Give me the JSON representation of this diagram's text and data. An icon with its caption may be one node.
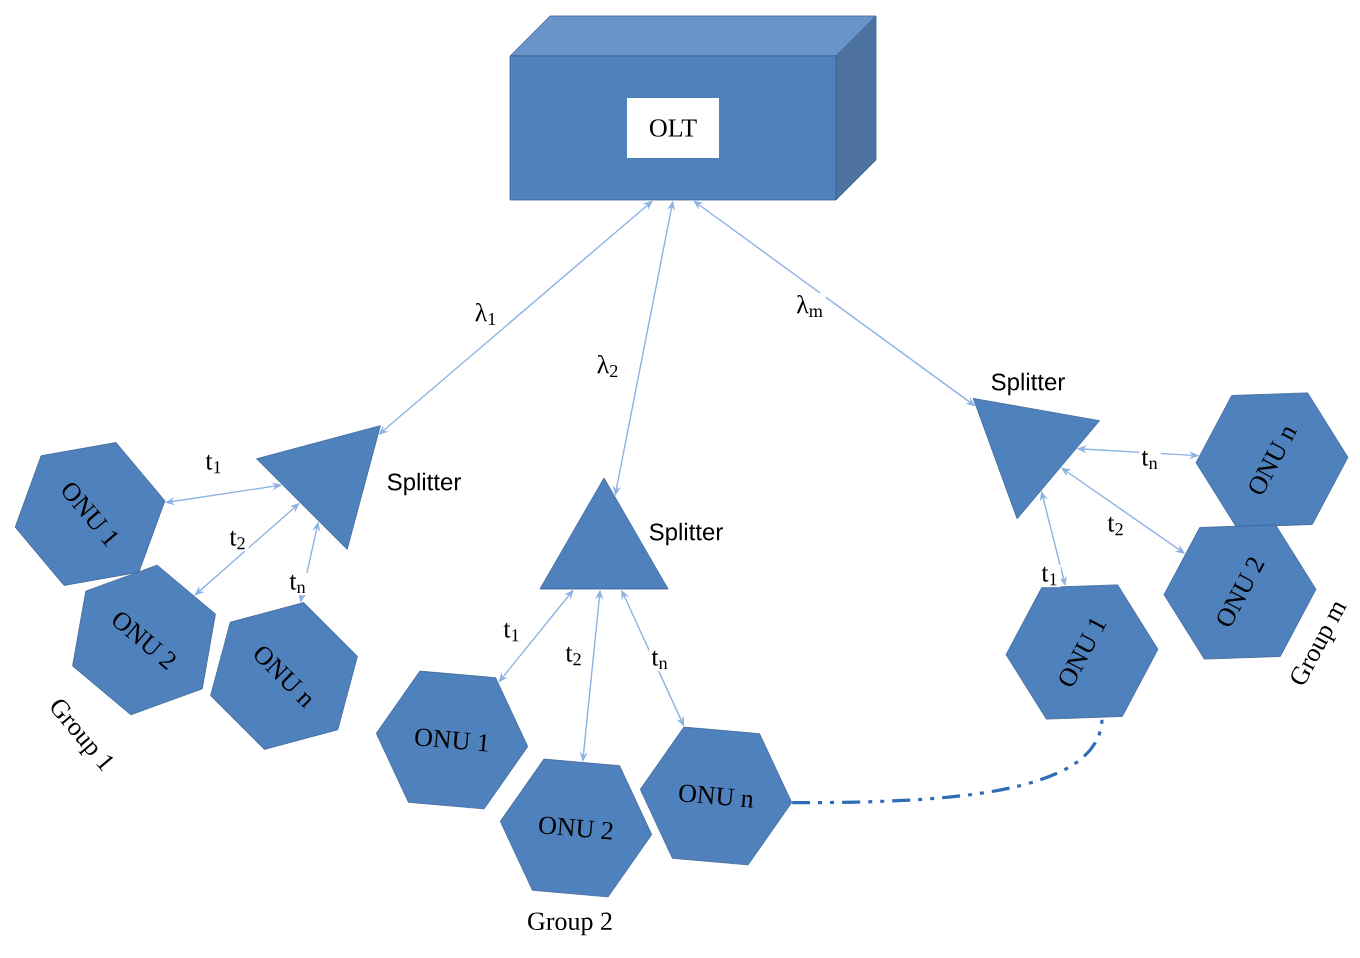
{
  "diagram": {
    "nodes": [
      {
        "text": [
          "OLT"
        ]
      },
      {
        "text": [
          "Splitter"
        ]
      },
      {
        "text": [
          "ONU 1"
        ]
      },
      {
        "text": [
          "ONU 2"
        ]
      },
      {
        "text": [
          "ONU n"
        ]
      },
      {
        "text": [
          "Splitter"
        ]
      },
      {
        "text": [
          "ONU 1"
        ]
      },
      {
        "text": [
          "ONU 2"
        ]
      },
      {
        "text": [
          "ONU n"
        ]
      },
      {
        "text": [
          "Splitter"
        ]
      },
      {
        "text": [
          "ONU n"
        ]
      },
      {
        "text": [
          "ONU 2"
        ]
      },
      {
        "text": [
          "ONU 1"
        ]
      }
    ],
    "edges": [
      {
        "from": 0,
        "to": 1,
        "arrow": "both",
        "label": "λ$_{1}$"
      },
      {
        "from": 0,
        "to": 5,
        "arrow": "both",
        "label": "λ$_{2}$"
      },
      {
        "from": 0,
        "to": 9,
        "arrow": "both",
        "label": "λ$_{m}$"
      },
      {
        "from": 1,
        "to": 2,
        "arrow": "both",
        "label": "t$_{1}$"
      },
      {
        "from": 1,
        "to": 3,
        "arrow": "both",
        "label": "t$_{2}$"
      },
      {
        "from": 1,
        "to": 4,
        "arrow": "both",
        "label": "t$_{n}$"
      },
      {
        "from": 5,
        "to": 6,
        "arrow": "both",
        "label": "t$_{1}$"
      },
      {
        "from": 5,
        "to": 7,
        "arrow": "both",
        "label": "t$_{2}$"
      },
      {
        "from": 5,
        "to": 8,
        "arrow": "both",
        "label": "t$_{n}$"
      },
      {
        "from": 9,
        "to": 10,
        "arrow": "both",
        "label": "t$_{n}$"
      },
      {
        "from": 9,
        "to": 11,
        "arrow": "both",
        "label": "t$_{2}$"
      },
      {
        "from": 9,
        "to": 12,
        "arrow": "both",
        "label": "t$_{1}$"
      },
      {
        "from": 8,
        "to": 12,
        "arrow": "none",
        "style": "dashed",
        "color": "#2e6db4"
      }
    ],
    "labels": [
      "Group 1",
      "Group 2",
      "Group m"
    ]
  }
}
